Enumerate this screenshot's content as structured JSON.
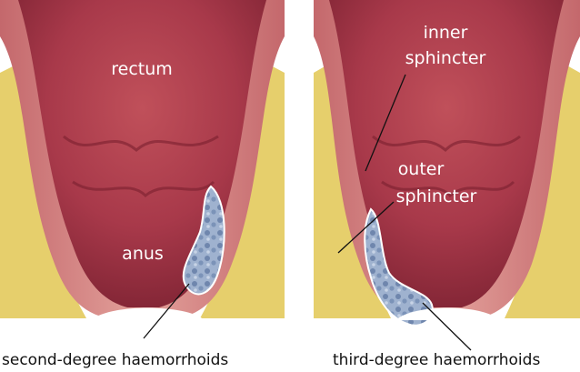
{
  "panels": [
    {
      "caption": "second-degree haemorrhoids",
      "labels": {
        "rectum": "rectum",
        "anus": "anus"
      }
    },
    {
      "caption": "third-degree haemorrhoids",
      "labels": {
        "inner_sphincter_line1": "inner",
        "inner_sphincter_line2": "sphincter",
        "outer_sphincter_line1": "outer",
        "outer_sphincter_line2": "sphincter"
      }
    }
  ],
  "colors": {
    "rectum_interior": "#a8394a",
    "rectum_wall": "#d98d8a",
    "fat_tissue": "#e6cf6c",
    "haemorrhoid": "#9fb2cf",
    "leader_line": "#111111",
    "caption_text": "#111111",
    "label_text": "#ffffff"
  }
}
